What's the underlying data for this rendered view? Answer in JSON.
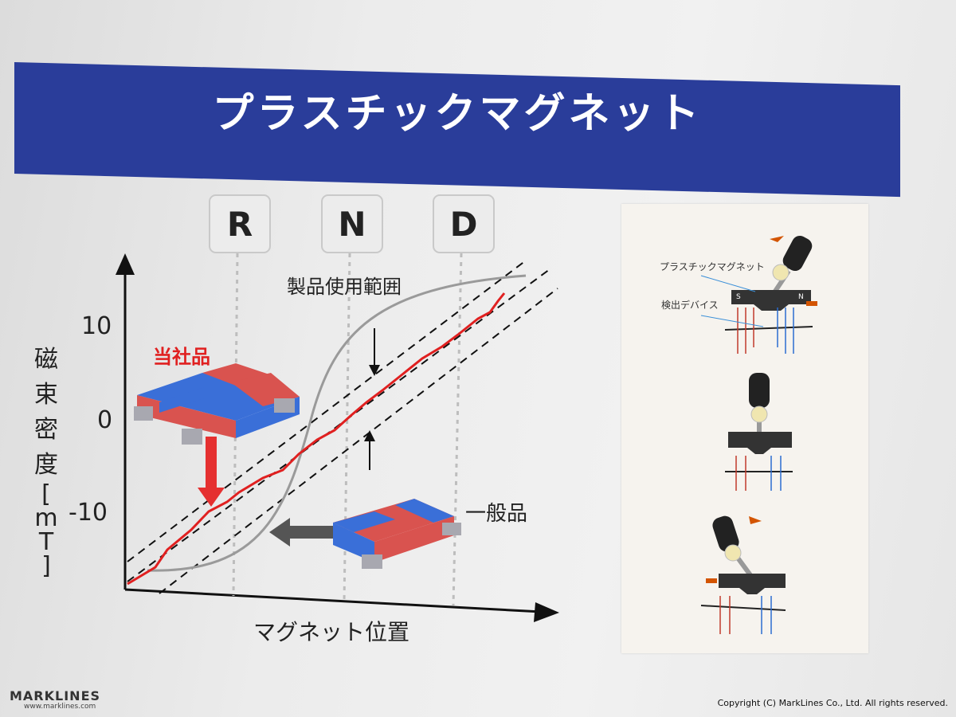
{
  "banner": {
    "title": "プラスチックマグネット"
  },
  "gears": [
    "R",
    "N",
    "D"
  ],
  "graph": {
    "range_label": "製品使用範囲",
    "y_axis_label_chars": [
      "磁",
      "束",
      "密",
      "度",
      "[",
      "m",
      "T",
      "]"
    ],
    "y_ticks": [
      "10",
      "0",
      "-10"
    ],
    "x_axis_label": "マグネット位置",
    "own_product_label": "当社品",
    "general_product_label": "一般品"
  },
  "inset": {
    "plastic_magnet_label": "プラスチックマグネット",
    "detect_device_label": "検出デバイス",
    "pole_s": "S",
    "pole_n": "N"
  },
  "footer": {
    "logo": "MARKLINES",
    "url": "www.marklines.com",
    "copyright": "Copyright (C) MarkLines Co., Ltd. All rights reserved."
  },
  "colors": {
    "banner": "#2a3d9a",
    "own_curve": "#e02020",
    "general_curve": "#9a9a9a",
    "magnet_red": "#d9534f",
    "magnet_blue": "#3a6fd8"
  }
}
